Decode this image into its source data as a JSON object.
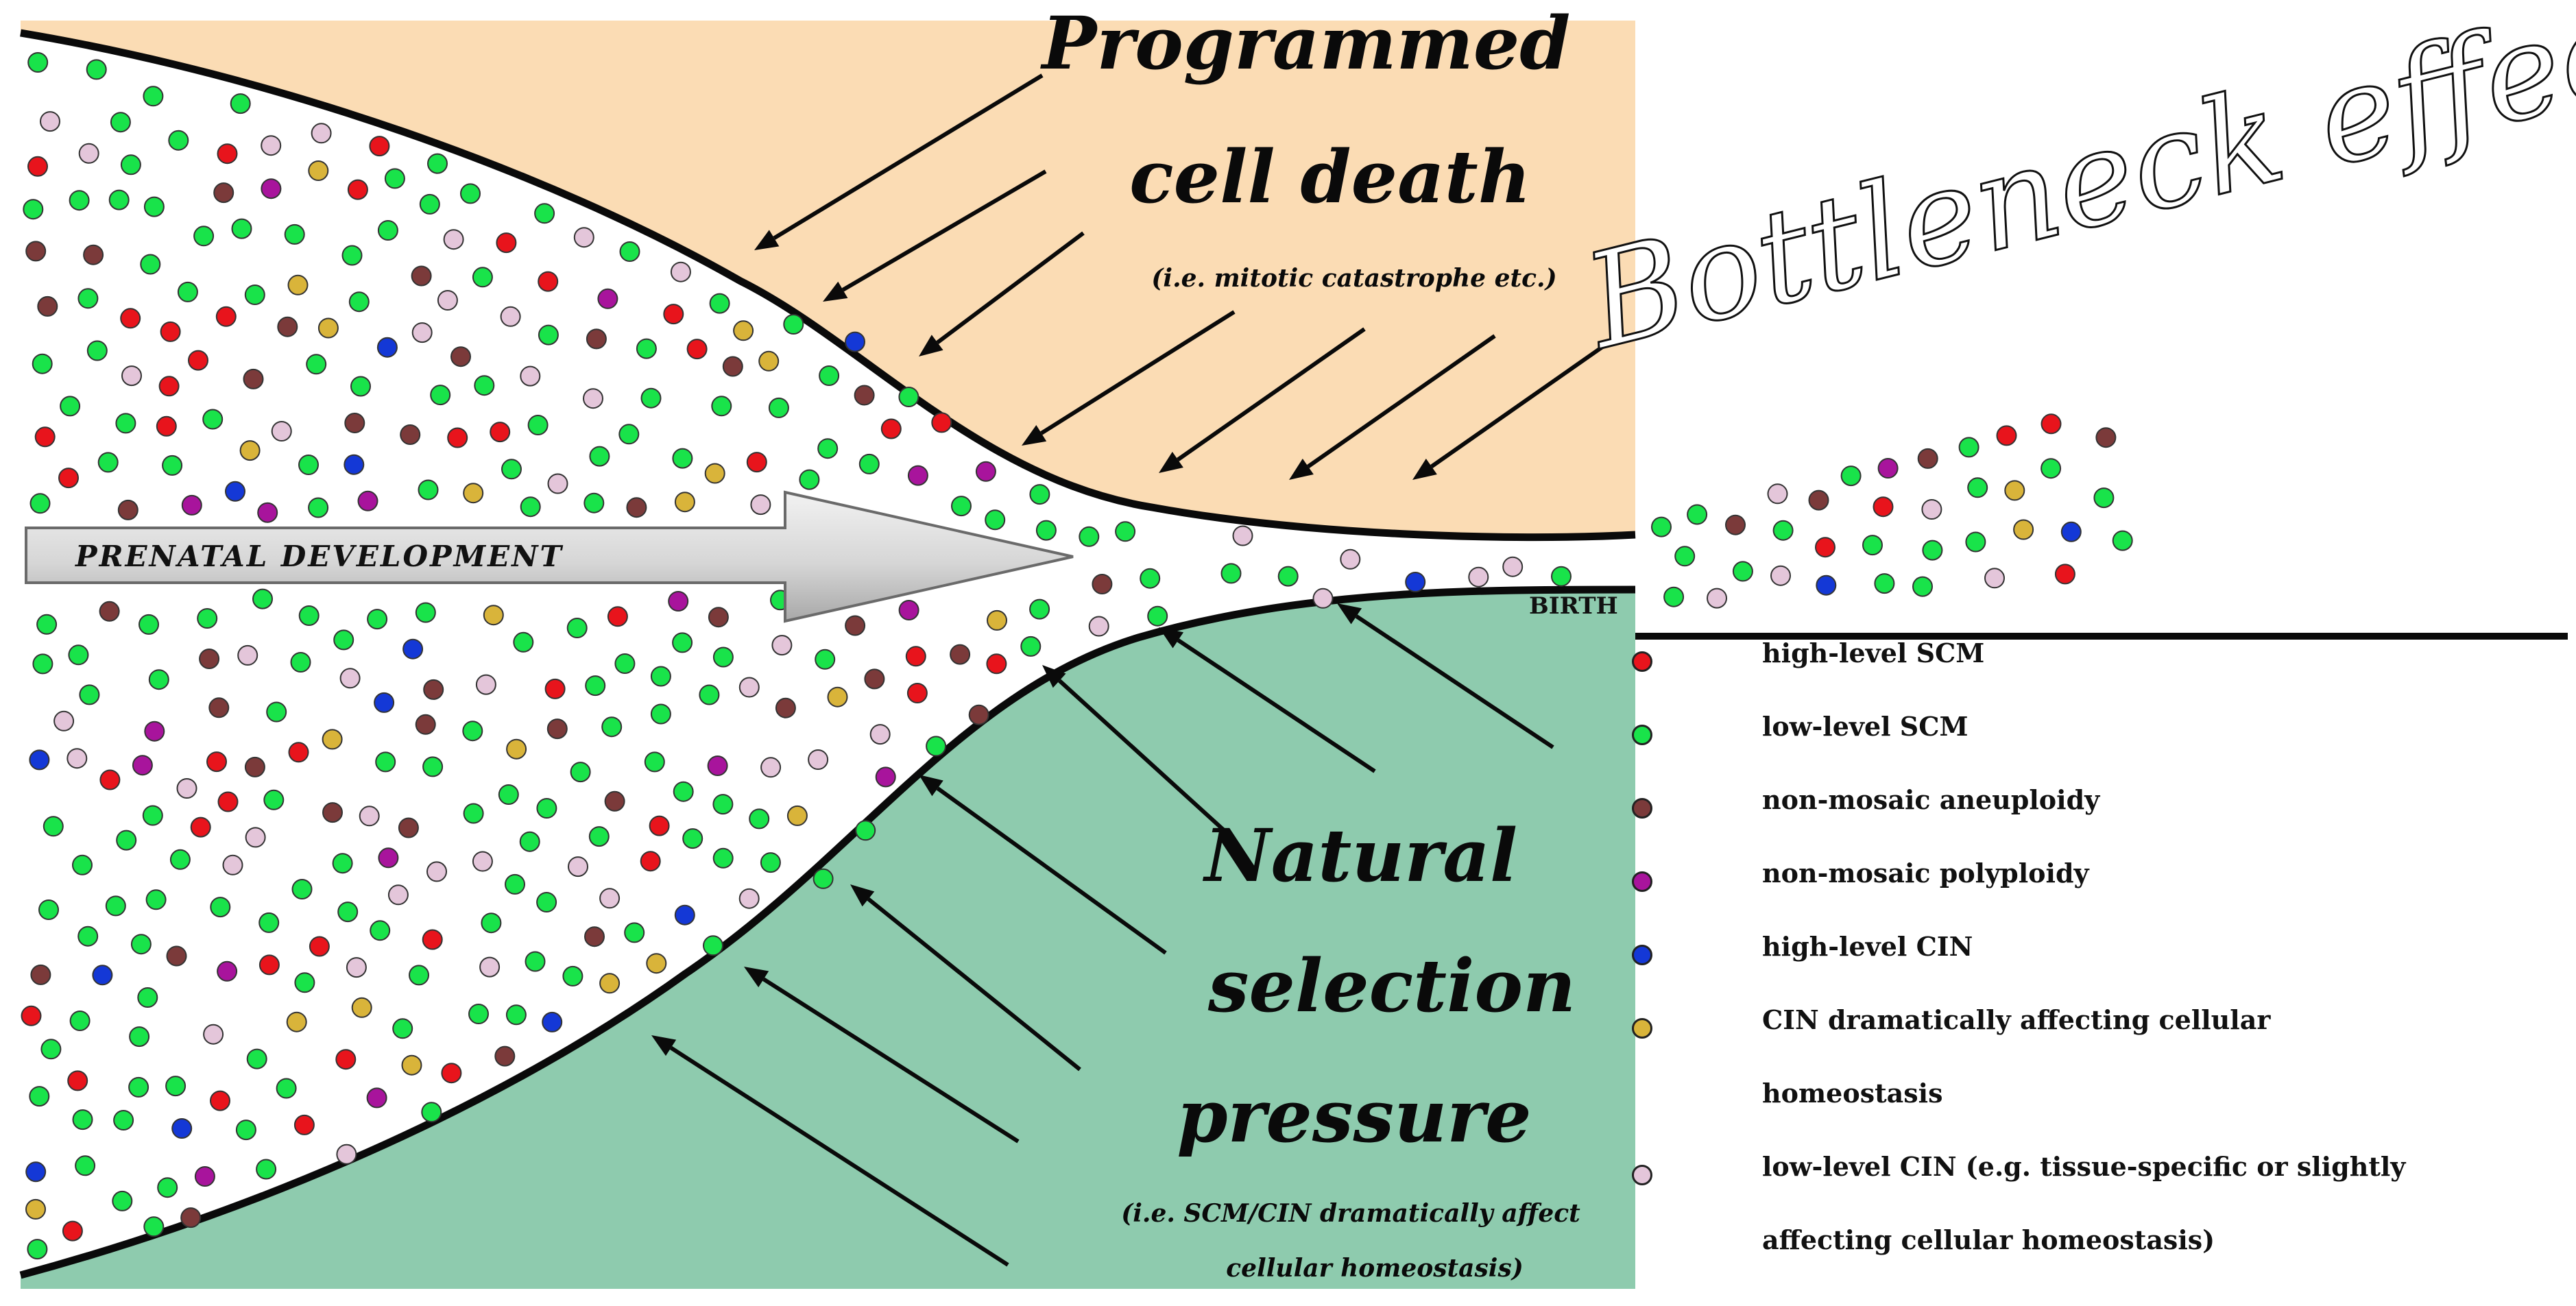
{
  "title": {
    "programmed_line1": "Programmed",
    "programmed_line2": "cell death",
    "programmed_sub": "(i.e. mitotic catastrophe etc.)",
    "bottleneck": "Bottleneck effect",
    "natural_line1": "Natural",
    "natural_line2": "selection",
    "natural_line3": "pressure",
    "natural_sub_line1": "(i.e. SCM/CIN dramatically affect",
    "natural_sub_line2": "cellular homeostasis)"
  },
  "labels": {
    "prenatal": "PRENATAL DEVELOPMENT",
    "birth": "BIRTH"
  },
  "colors": {
    "top_region": "#fbdcb4",
    "bottom_region": "#8ecbae",
    "high_scm": "#e8141c",
    "low_scm": "#19e34a",
    "non_mosaic_aneuploidy": "#7b3a3a",
    "non_mosaic_polyploidy": "#a8149c",
    "high_cin": "#1438d6",
    "cin_homeostasis": "#d9b43a",
    "low_cin": "#e4c6da"
  },
  "legend": [
    {
      "key": "high_scm",
      "lines": [
        "high-level SCM"
      ]
    },
    {
      "key": "low_scm",
      "lines": [
        "low-level SCM"
      ]
    },
    {
      "key": "non_mosaic_aneuploidy",
      "lines": [
        "non-mosaic aneuploidy"
      ]
    },
    {
      "key": "non_mosaic_polyploidy",
      "lines": [
        "non-mosaic polyploidy"
      ]
    },
    {
      "key": "high_cin",
      "lines": [
        "high-level CIN"
      ]
    },
    {
      "key": "cin_homeostasis",
      "lines": [
        "CIN dramatically affecting cellular",
        "homeostasis"
      ]
    },
    {
      "key": "low_cin",
      "lines": [
        "low-level CIN (e.g. tissue-specific or slightly",
        "affecting cellular homeostasis)"
      ]
    }
  ]
}
